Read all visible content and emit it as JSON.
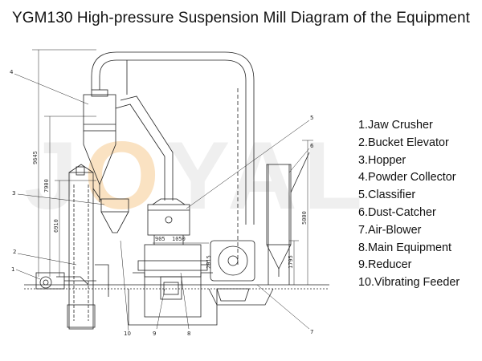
{
  "title": "YGM130 High-pressure Suspension Mill Diagram of the Equipment",
  "legend": [
    "1.Jaw Crusher",
    "2.Bucket Elevator",
    "3.Hopper",
    "4.Powder Collector",
    "5.Classifier",
    "6.Dust-Catcher",
    "7.Air-Blower",
    "8.Main Equipment",
    "9.Reducer",
    "10.Vibrating Feeder"
  ],
  "dimensions": [
    "9645",
    "7900",
    "6910",
    "5000",
    "1795",
    "905",
    "1050",
    "2915"
  ],
  "callouts": [
    "1",
    "2",
    "3",
    "4",
    "5",
    "6",
    "7",
    "8",
    "9",
    "10"
  ],
  "watermark": [
    "J",
    "O",
    "Y",
    "A",
    "L"
  ],
  "colors": {
    "line": "#222222",
    "watermark_gray": "#e1e1e1",
    "watermark_orange": "#f5be78"
  }
}
